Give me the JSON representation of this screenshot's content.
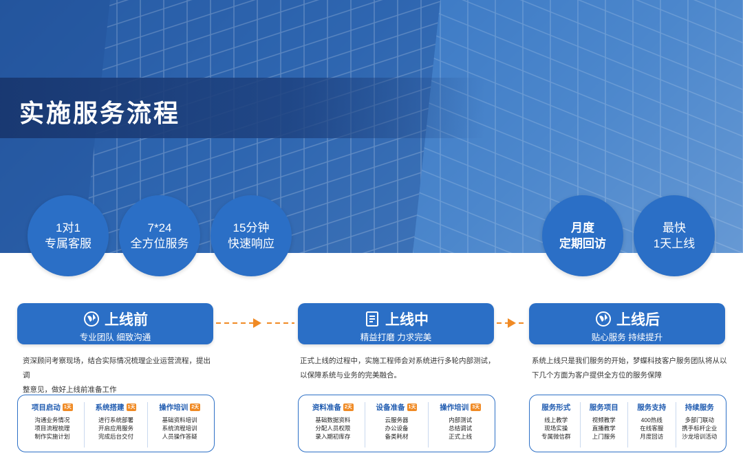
{
  "page": {
    "title": "实施服务流程"
  },
  "circles": [
    {
      "line1": "1对1",
      "line2": "专属客服"
    },
    {
      "line1": "7*24",
      "line2": "全方位服务"
    },
    {
      "line1": "15分钟",
      "line2": "快速响应"
    },
    {
      "line1": "月度",
      "line2": "定期回访"
    },
    {
      "line1": "最快",
      "line2": "1天上线"
    }
  ],
  "stages": [
    {
      "title": "上线前",
      "subtitle": "专业团队 细致沟通",
      "icon": "globe-icon",
      "desc_line1": "资深顾问考察现场，结合实际情况梳理企业运营流程，提出调",
      "desc_line2": "整意见，做好上线前准备工作",
      "columns": [
        {
          "title": "项目启动",
          "tag": "1天",
          "items": [
            "沟通业务情况",
            "项目流程梳理",
            "制作实施计划"
          ]
        },
        {
          "title": "系统搭建",
          "tag": "1天",
          "items": [
            "进行系统部署",
            "开启应用服务",
            "完成后台交付"
          ]
        },
        {
          "title": "操作培训",
          "tag": "2天",
          "items": [
            "基础资料培训",
            "系统流程培训",
            "人员操作答疑"
          ]
        }
      ]
    },
    {
      "title": "上线中",
      "subtitle": "精益打磨 力求完美",
      "icon": "document-icon",
      "desc_line1": "正式上线的过程中，实施工程师会对系统进行多轮内部测试，",
      "desc_line2": "以保障系统与业务的完美融合。",
      "columns": [
        {
          "title": "资料准备",
          "tag": "2天",
          "items": [
            "基础数据资料",
            "分配人员权限",
            "录入期初库存"
          ]
        },
        {
          "title": "设备准备",
          "tag": "1天",
          "items": [
            "云服务器",
            "办公设备",
            "备类耗材"
          ]
        },
        {
          "title": "操作培训",
          "tag": "3天",
          "items": [
            "内部测试",
            "总结调试",
            "正式上线"
          ]
        }
      ]
    },
    {
      "title": "上线后",
      "subtitle": "贴心服务 持续提升",
      "icon": "globe-icon",
      "desc_line1": "系统上线只是我们服务的开始，梦蝶科技客户服务团队将从以",
      "desc_line2": "下几个方面为客户提供全方位的服务保障",
      "columns": [
        {
          "title": "服务形式",
          "tag": "",
          "items": [
            "线上教学",
            "现场实操",
            "专属微信群"
          ]
        },
        {
          "title": "服务项目",
          "tag": "",
          "items": [
            "视频教学",
            "直播教学",
            "上门服务"
          ]
        },
        {
          "title": "服务支持",
          "tag": "",
          "items": [
            "400热线",
            "在线客服",
            "月度回访"
          ]
        },
        {
          "title": "持续服务",
          "tag": "",
          "items": [
            "多部门联动",
            "携手标杆企业",
            "沙龙培训活动"
          ]
        }
      ]
    }
  ],
  "colors": {
    "primary": "#2b6fc6",
    "accent": "#f08a24",
    "title_band": "#1e4280"
  }
}
